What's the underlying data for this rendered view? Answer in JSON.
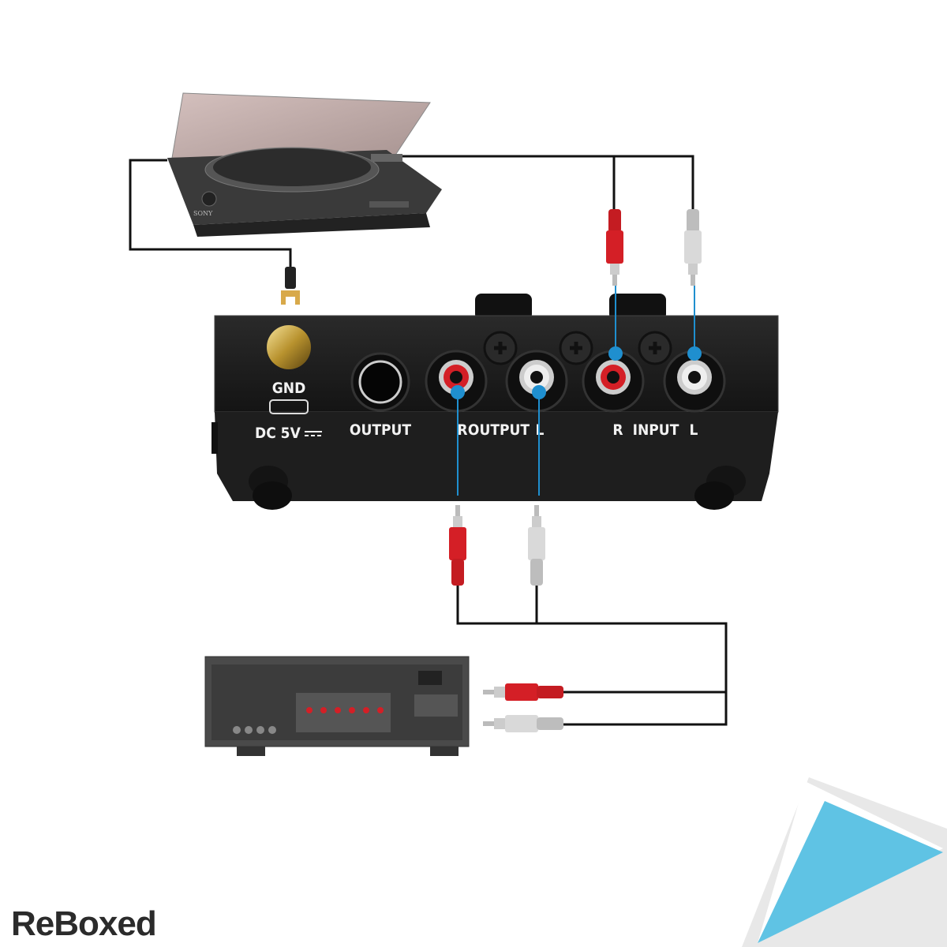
{
  "turntable": {
    "brand": "SONY"
  },
  "preamp": {
    "labels": {
      "gnd": "GND",
      "dc": "DC 5V",
      "output": "OUTPUT",
      "r_out": "R",
      "output_rca": "OUTPUT",
      "l_out": "L",
      "r_in": "R",
      "input": "INPUT",
      "l_in": "L"
    }
  },
  "colors": {
    "cable": "#111111",
    "leader": "#1f8fcf",
    "red_plug": "#d41f26",
    "white_plug": "#d9d9d9",
    "device": "#1c1c1c",
    "corner": "#5fc3e4"
  },
  "watermark": {
    "text": "ReBoxed"
  }
}
